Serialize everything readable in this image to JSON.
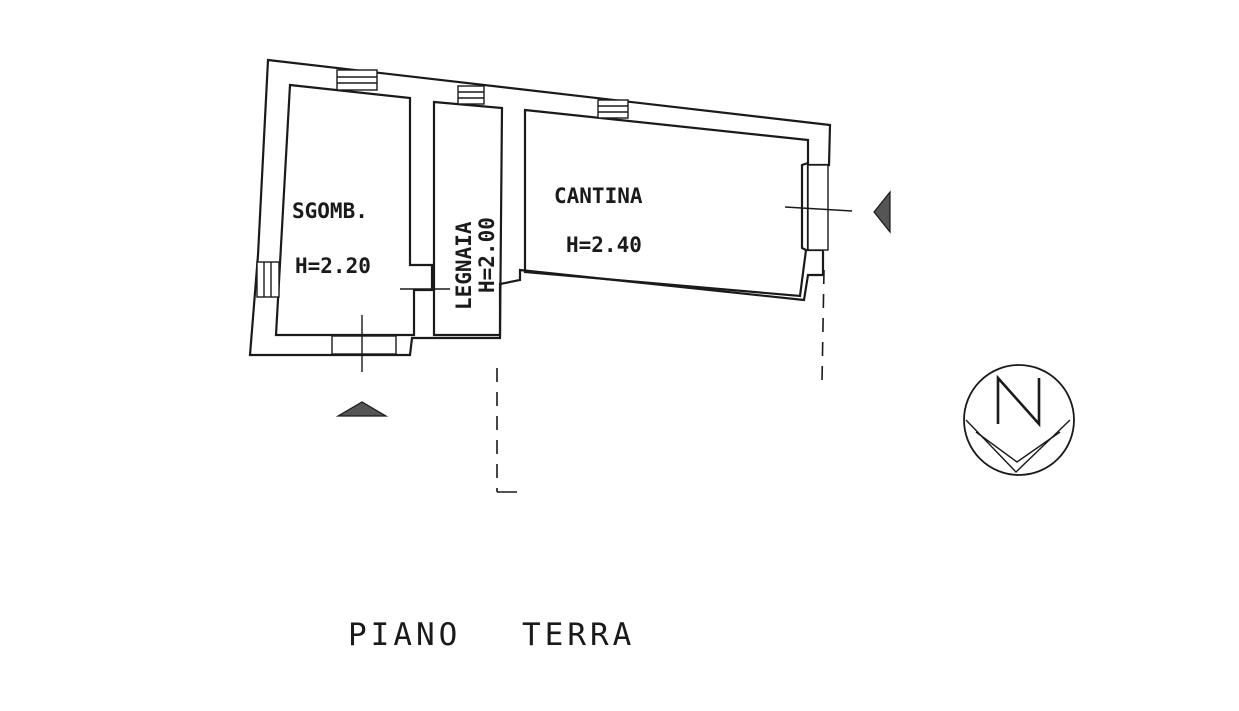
{
  "rooms": {
    "sgombero": {
      "name": "SGOMB.",
      "height": "H=2.20"
    },
    "legnaia": {
      "name": "LEGNAIA",
      "height": "H=2.00"
    },
    "cantina": {
      "name": "CANTINA",
      "height": "H=2.40"
    }
  },
  "north_arrow": {
    "letter": "N"
  },
  "floor_title": {
    "word1": "PIANO",
    "word2": "TERRA"
  }
}
